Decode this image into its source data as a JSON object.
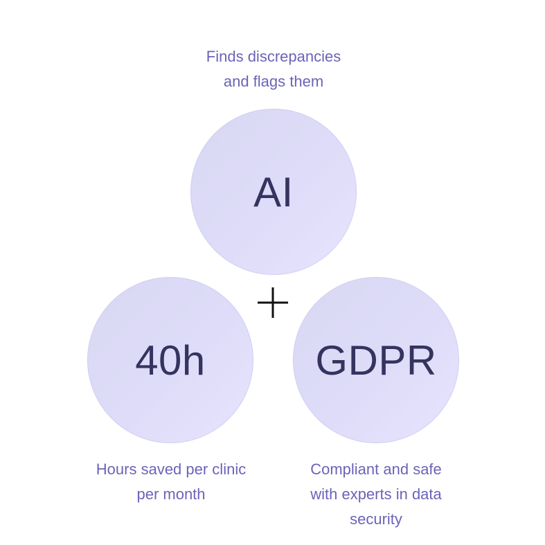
{
  "top": {
    "label": "AI",
    "caption": "Finds discrepancies\nand flags them"
  },
  "left": {
    "label": "40h",
    "caption": "Hours saved per clinic\nper month"
  },
  "right": {
    "label": "GDPR",
    "caption": "Compliant and safe\nwith experts in data\nsecurity"
  },
  "icons": {
    "center": "plus-icon"
  },
  "colors": {
    "caption": "#6b63b8",
    "label": "#35335f",
    "circle": "#dedcf8"
  }
}
